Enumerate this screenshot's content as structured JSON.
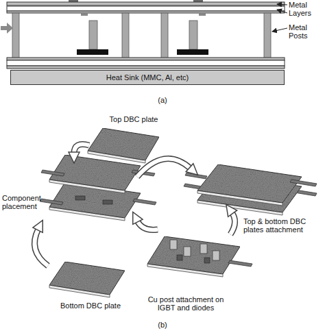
{
  "diagram": {
    "nodes": [
      {
        "text": [
          "Heat Sink (MMC, Al, etc)"
        ]
      }
    ],
    "labels": [
      "Metal Layers",
      "Metal Posts",
      "(a)",
      "Top DBC plate",
      "Component placement",
      "Top & bottom DBC plates attachment",
      "Cu post attachment on IGBT and diodes",
      "Bottom DBC plate",
      "(b)"
    ]
  }
}
